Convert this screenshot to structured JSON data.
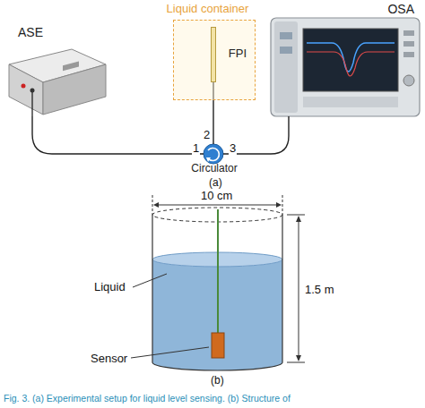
{
  "diagram": {
    "caption": "Fig. 3. (a) Experimental setup for liquid level sensing. (b) Structure of",
    "nodes": [
      {
        "text": [
          "ASE"
        ]
      },
      {
        "text": [
          "OSA"
        ]
      },
      {
        "text": [
          "Liquid container"
        ]
      },
      {
        "text": [
          "FPI"
        ],
        "in": 2
      },
      {
        "text": [
          "Circulator"
        ]
      }
    ],
    "edges": [
      {
        "from": 0,
        "to": 4,
        "arrow": "none"
      },
      {
        "from": 4,
        "to": 3,
        "arrow": "none"
      },
      {
        "from": 4,
        "to": 1,
        "arrow": "none"
      }
    ],
    "labels": [
      "1",
      "2",
      "3",
      "(a)",
      "10 cm",
      "1.5 m",
      "Liquid",
      "Sensor",
      "(b)"
    ]
  }
}
